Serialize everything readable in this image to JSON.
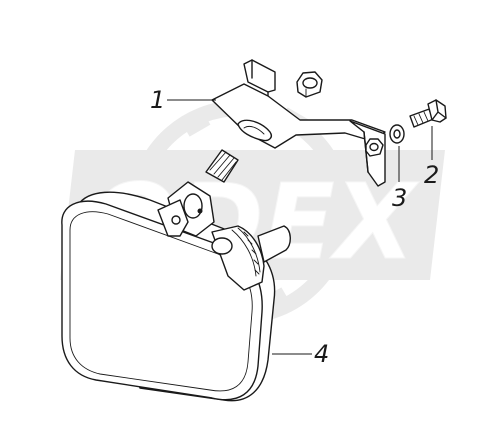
{
  "watermark": {
    "text": "ODEX",
    "color": "#d9d9d9"
  },
  "callouts": [
    {
      "id": "1",
      "label": "1"
    },
    {
      "id": "2",
      "label": "2"
    },
    {
      "id": "3",
      "label": "3"
    },
    {
      "id": "4",
      "label": "4"
    }
  ],
  "colors": {
    "ink": "#1a1a1a",
    "background": "#ffffff"
  }
}
